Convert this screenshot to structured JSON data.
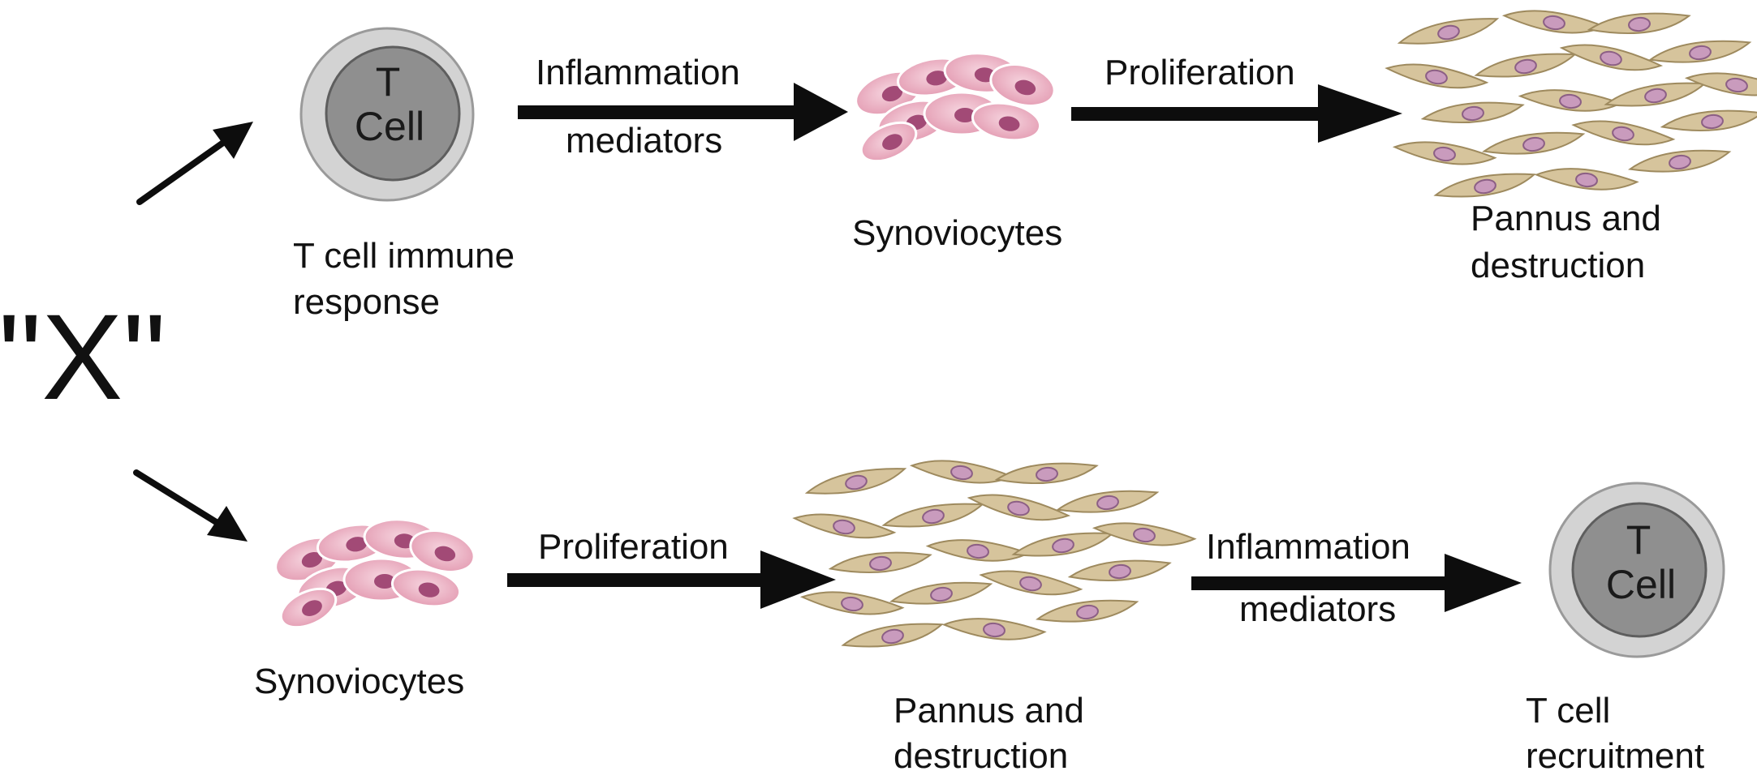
{
  "trigger_label": "\"X\"",
  "top_pathway": {
    "t_cell": {
      "line1": "T",
      "line2": "Cell"
    },
    "t_cell_caption": [
      "T cell immune",
      "response"
    ],
    "arrow1_label": [
      "Inflammation",
      "mediators"
    ],
    "synoviocytes_caption": "Synoviocytes",
    "arrow2_label": "Proliferation",
    "pannus_caption": [
      "Pannus and",
      "destruction"
    ]
  },
  "bottom_pathway": {
    "synoviocytes_caption": "Synoviocytes",
    "arrow1_label": "Proliferation",
    "pannus_caption": [
      "Pannus and",
      "destruction"
    ],
    "arrow2_label": [
      "Inflammation",
      "mediators"
    ],
    "t_cell": {
      "line1": "T",
      "line2": "Cell"
    },
    "t_cell_caption": [
      "T cell",
      "recruitment"
    ]
  },
  "colors": {
    "arrow": "#0d0d0d",
    "t_cell_outer": "#d3d3d3",
    "t_cell_inner": "#8f8f8f",
    "synoviocyte_fill": "#eab3c3",
    "synoviocyte_nucleus": "#a24a76",
    "pannus_cell_fill": "#d6c49c",
    "pannus_cell_stroke": "#9e8a5e",
    "pannus_nucleus": "#c99bbd"
  }
}
